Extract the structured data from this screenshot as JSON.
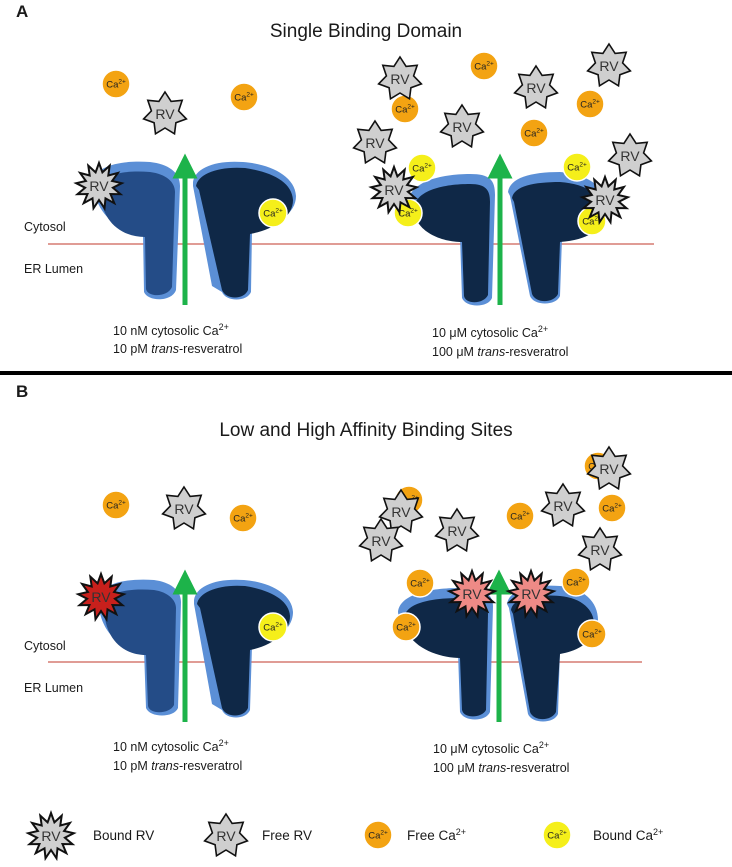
{
  "panels": [
    {
      "letter": "A",
      "title": "Single Binding Domain",
      "cytosol_label": "Cytosol",
      "lumen_label": "ER Lumen",
      "left": {
        "line1_prefix": "10 nM cytosolic Ca",
        "line1_sup": "2+",
        "line2_prefix": "10 pM ",
        "line2_italic": "trans",
        "line2_suffix": "-resveratrol"
      },
      "right": {
        "line1_prefix": "10 μM cytosolic Ca",
        "line1_sup": "2+",
        "line2_prefix": "100 μM ",
        "line2_italic": "trans",
        "line2_suffix": "-resveratrol"
      }
    },
    {
      "letter": "B",
      "title": "Low and High Affinity Binding Sites",
      "cytosol_label": "Cytosol",
      "lumen_label": "ER Lumen",
      "left": {
        "line1_prefix": "10 nM cytosolic Ca",
        "line1_sup": "2+",
        "line2_prefix": "10 pM ",
        "line2_italic": "trans",
        "line2_suffix": "-resveratrol"
      },
      "right": {
        "line1_prefix": "10 μM cytosolic Ca",
        "line1_sup": "2+",
        "line2_prefix": "100 μM ",
        "line2_italic": "trans",
        "line2_suffix": "-resveratrol"
      }
    }
  ],
  "symbols": {
    "rv": "RV",
    "ca": "Ca",
    "ca_sup": "2+"
  },
  "legend": {
    "bound_rv": "Bound RV",
    "free_rv": "Free RV",
    "free_ca_prefix": "Free Ca",
    "free_ca_sup": "2+",
    "bound_ca_prefix": "Bound Ca",
    "bound_ca_sup": "2+"
  },
  "colors": {
    "channel_light": "#5b8fd6",
    "channel_mid": "#244c87",
    "channel_dark": "#0f2847",
    "pore_arrow": "#1db34a",
    "membrane_line": "#c0392b",
    "free_ca": "#f3a312",
    "bound_ca": "#f5ef1a",
    "free_rv": "#cfcfcf",
    "low_affinity_rv": "#c8201c",
    "high_affinity_rv": "#ee8a86"
  }
}
